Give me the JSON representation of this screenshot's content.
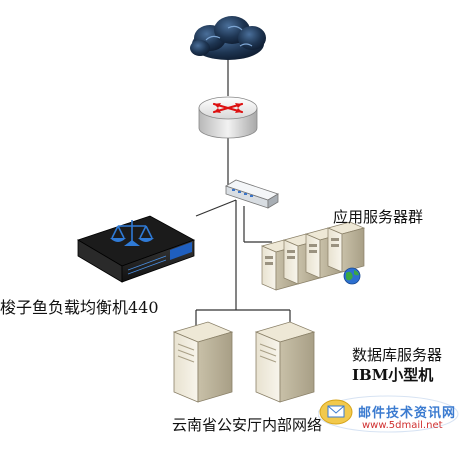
{
  "labels": {
    "app_servers": "应用服务器群",
    "load_balancer": "梭子鱼负载均衡机440",
    "db_line1": "数据库服务器",
    "db_line2": "IBM小型机",
    "intranet": "云南省公安厅内部网络"
  },
  "watermark": {
    "title": "邮件技术资讯网",
    "url": "www.5dmail.net",
    "icon": "envelope-icon"
  },
  "icons": [
    "cloud-icon",
    "router-icon",
    "switch-icon",
    "load-balancer-icon",
    "app-server-icon",
    "globe-icon",
    "db-server-icon"
  ]
}
